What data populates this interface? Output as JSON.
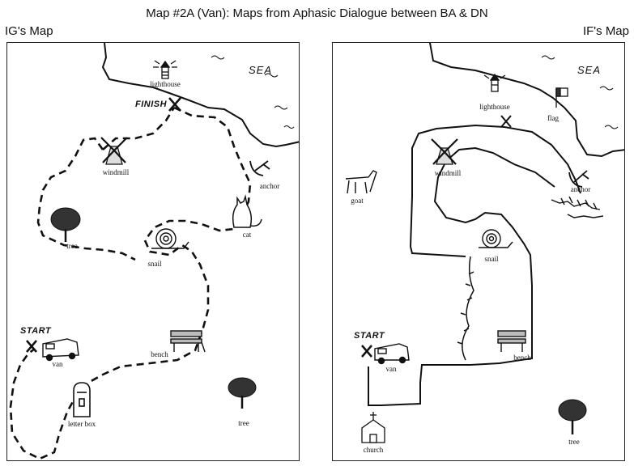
{
  "header": {
    "title": "Map #2A (Van): Maps from Aphasic Dialogue between BA & DN"
  },
  "left_map": {
    "label": "IG's Map",
    "sea": "SEA",
    "start": "START",
    "finish": "FINISH",
    "landmarks": {
      "lighthouse": "lighthouse",
      "windmill": "windmill",
      "anchor": "anchor",
      "tree1": "tree",
      "cat": "cat",
      "snail": "snail",
      "van": "van",
      "bench": "bench",
      "letter_box": "letter box",
      "tree2": "tree"
    }
  },
  "right_map": {
    "label": "IF's Map",
    "sea": "SEA",
    "start": "START",
    "landmarks": {
      "lighthouse": "lighthouse",
      "flag": "flag",
      "windmill": "windmill",
      "goat": "goat",
      "anchor": "anchor",
      "snail": "snail",
      "van": "van",
      "bench": "bench",
      "church": "church",
      "tree": "tree"
    }
  }
}
